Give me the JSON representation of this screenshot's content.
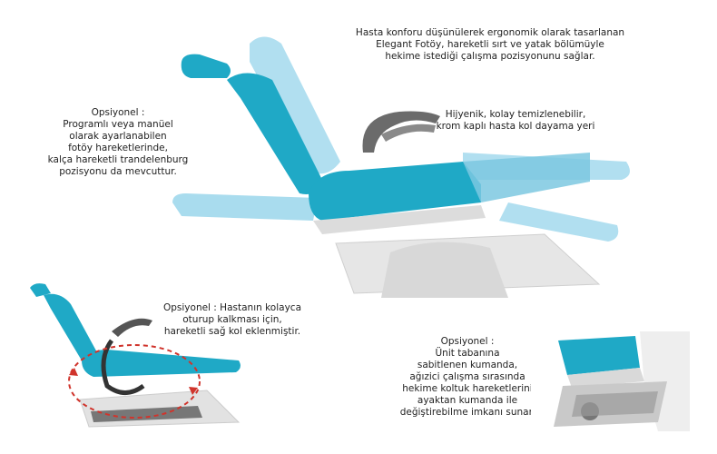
{
  "captions": {
    "top_headline": "Hasta konforu düşünülerek ergonomik olarak tasarlanan\nElegant Fotöy, hareketli sırt ve yatak bölümüyle\nhekime istediği çalışma pozisyonunu sağlar.",
    "left_optional": "Opsiyonel :\nProgramlı veya manüel\nolarak  ayarlanabilen\nfotöy hareketlerinde,\nkalça hareketli trandelenburg\npozisyonu da mevcuttur.",
    "armrest_note": "Hijyenik, kolay temizlenebilir,\nkrom kaplı hasta kol dayama yeri",
    "mid_optional": "Opsiyonel : Hastanın kolayca\noturup kalkması için,\nhareketli sağ kol eklenmiştir.",
    "bottom_right_optional": "Opsiyonel :\nÜnit tabanına\nsabitlenen kumanda,\nağızici çalışma sırasında\nhekime koltuk hareketlerini\nayaktan kumanda ile\ndeğiştirebilme imkanı sunar."
  },
  "colors": {
    "upholstery": "#1fa9c6",
    "upholstery_light": "#a9dcee",
    "base": "#e2e2e2",
    "chrome": "#6b6b6b",
    "arrow": "#d0342c"
  }
}
